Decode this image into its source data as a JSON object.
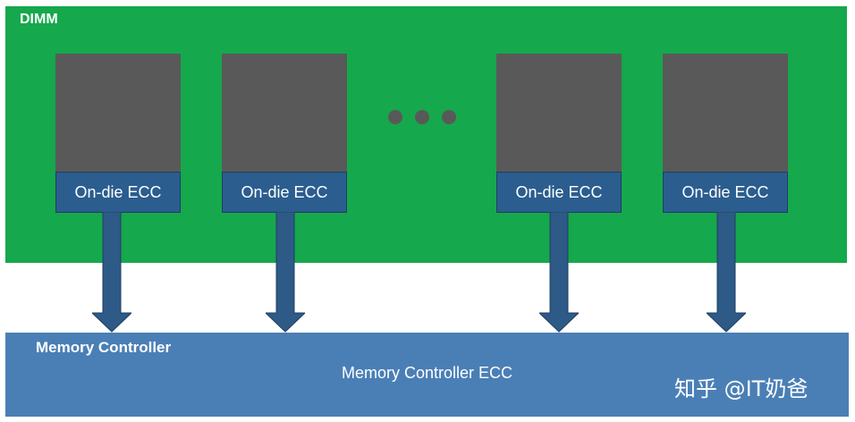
{
  "dimm": {
    "label": "DIMM"
  },
  "chips": [
    {
      "ecc_label": "On-die ECC"
    },
    {
      "ecc_label": "On-die ECC"
    },
    {
      "ecc_label": "On-die ECC"
    },
    {
      "ecc_label": "On-die ECC"
    }
  ],
  "memory_controller": {
    "title": "Memory Controller",
    "ecc_label": "Memory Controller ECC"
  },
  "watermark": "知乎 @IT奶爸",
  "colors": {
    "dimm": "#16a84c",
    "chip": "#595959",
    "ecc": "#2b5d8f",
    "arrow": "#2d5a86",
    "controller": "#4a7fb6"
  }
}
